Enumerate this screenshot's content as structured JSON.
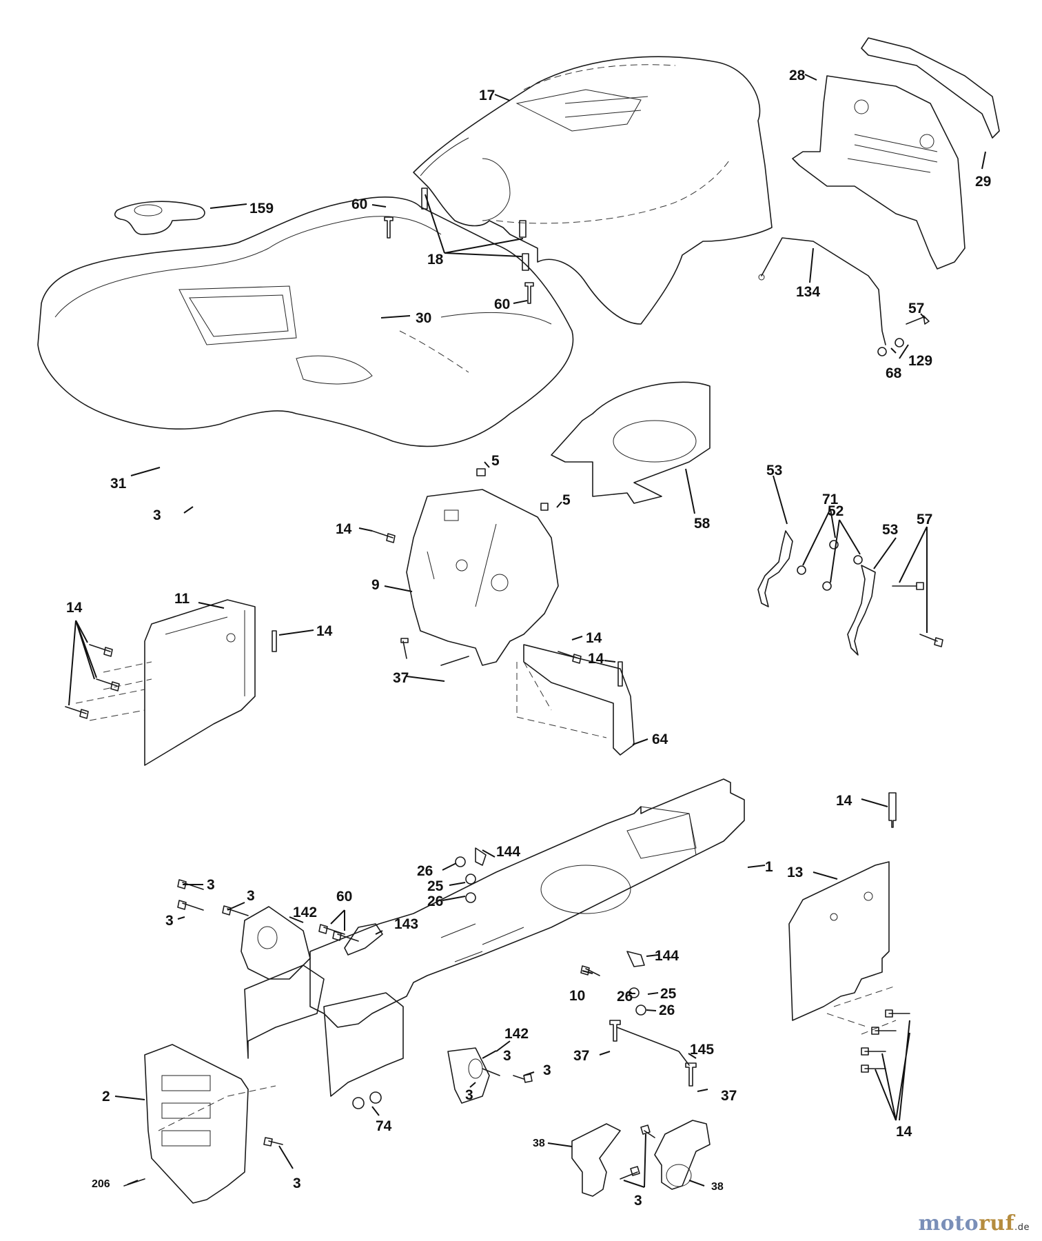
{
  "callouts": {
    "l17": "17",
    "l28": "28",
    "l29": "29",
    "l159": "159",
    "l60a": "60",
    "l18": "18",
    "l30": "30",
    "l60b": "60",
    "l134": "134",
    "l57a": "57",
    "l129": "129",
    "l68": "68",
    "l5a": "5",
    "l5b": "5",
    "l58": "58",
    "l31": "31",
    "l3a": "3",
    "l53a": "53",
    "l71": "71",
    "l52": "52",
    "l53b": "53",
    "l57b": "57",
    "l14a": "14",
    "l9": "9",
    "l11": "11",
    "l14b": "14",
    "l14c": "14",
    "l14d": "14",
    "l14e": "14",
    "l37a": "37",
    "l64": "64",
    "l14f": "14",
    "l1": "1",
    "l13": "13",
    "l144a": "144",
    "l26a": "26",
    "l25a": "25",
    "l26b": "26",
    "l3b": "3",
    "l3c": "3",
    "l3d": "3",
    "l60c": "60",
    "l142a": "142",
    "l143": "143",
    "l144b": "144",
    "l10": "10",
    "l26c": "26",
    "l25b": "25",
    "l26d": "26",
    "l142b": "142",
    "l3e": "3",
    "l3f": "3",
    "l3g": "3",
    "l145": "145",
    "l37b": "37",
    "l37c": "37",
    "l2": "2",
    "l74": "74",
    "l14g": "14",
    "l206": "206",
    "l3h": "3",
    "l38a": "38",
    "l3i": "3",
    "l38b": "38"
  },
  "watermark": {
    "part1": "moto",
    "part2": "ruf",
    "part3": ".de"
  }
}
